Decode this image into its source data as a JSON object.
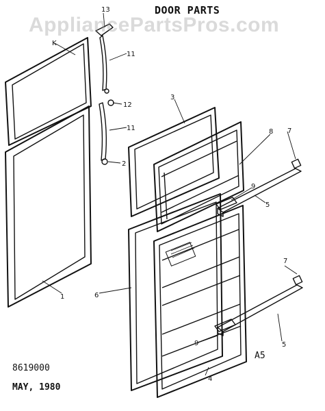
{
  "title": "DOOR PARTS",
  "watermark": "AppliancePartsPros.com",
  "model_code": "8619000",
  "date": "MAY, 1980",
  "assembly_code": "A5",
  "callouts": {
    "c1": "1",
    "c2": "2",
    "c3": "3",
    "c4": "4",
    "c5a": "5",
    "c5b": "5",
    "c6": "6",
    "c7a": "7",
    "c7b": "7",
    "c8": "8",
    "c9a": "9",
    "c9b": "9",
    "c11a": "11",
    "c11b": "11",
    "c12": "12",
    "c13": "13",
    "ck": "K"
  }
}
